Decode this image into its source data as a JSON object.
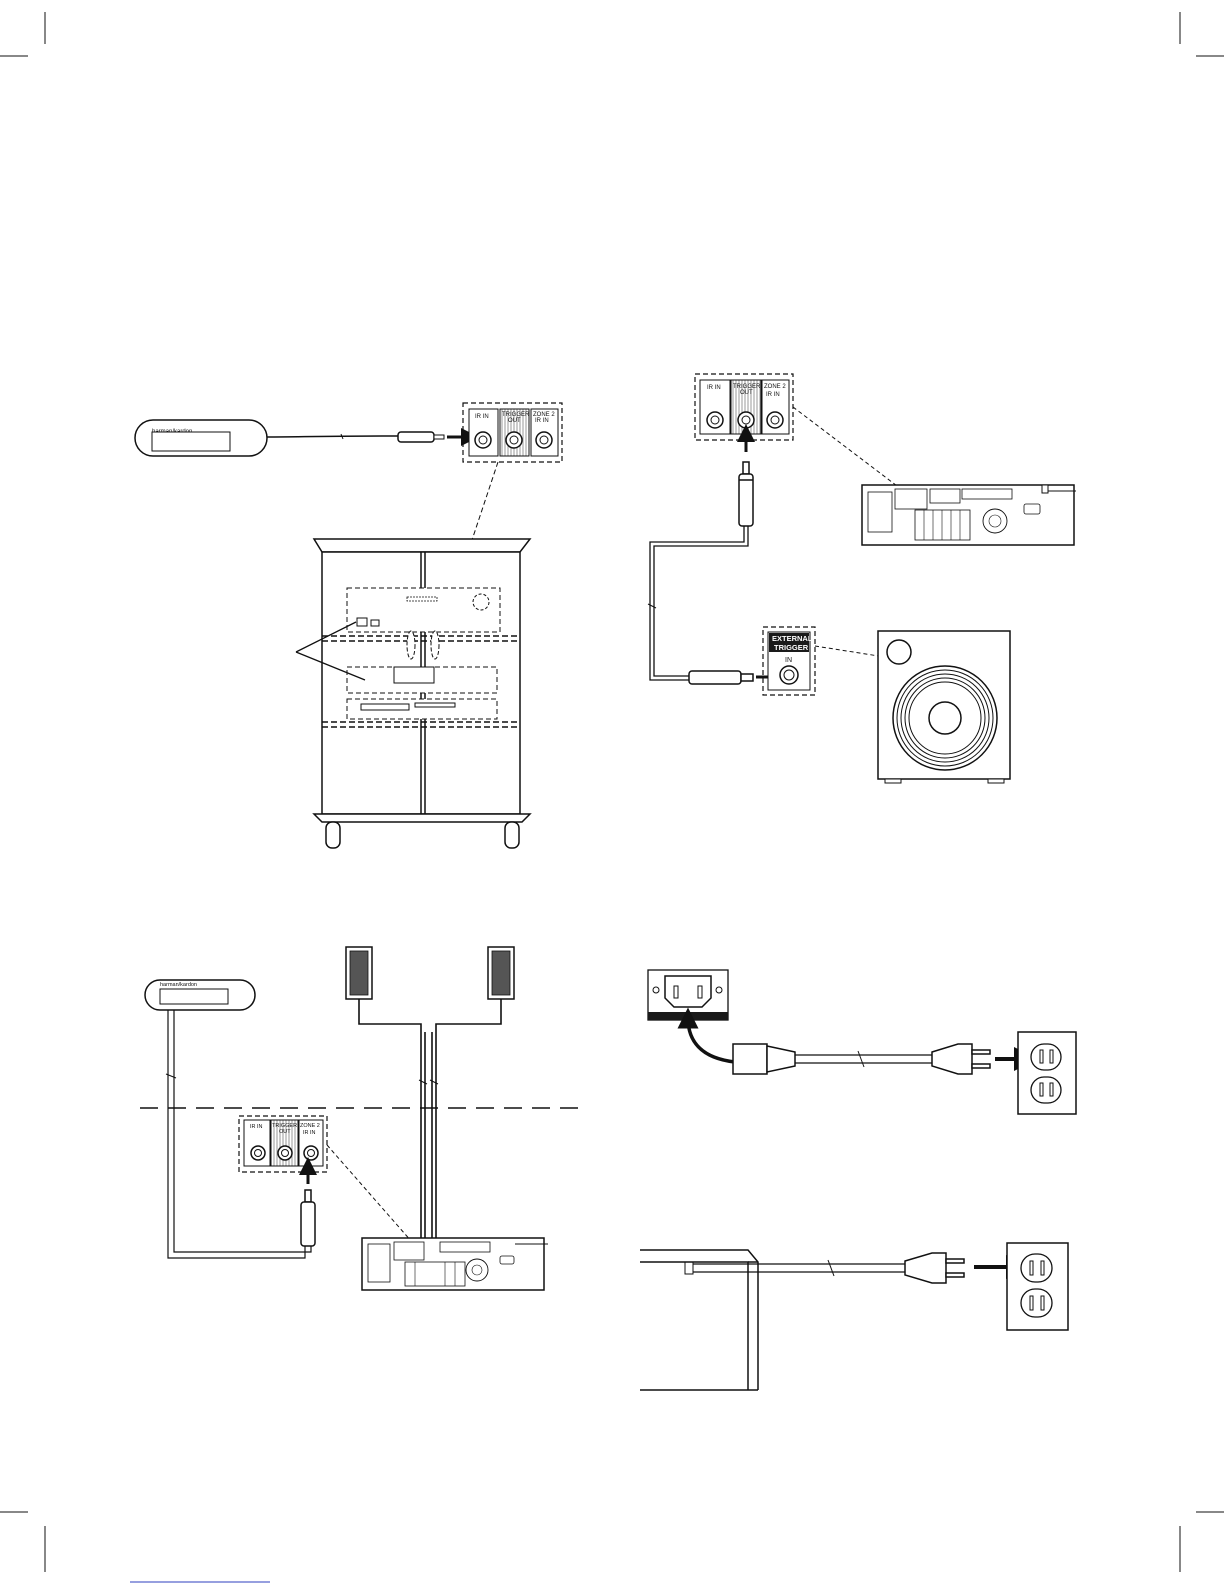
{
  "jack_panel": {
    "ir_in": "IR IN",
    "trigger_out_line1": "TRIGGER",
    "trigger_out_line2": "OUT",
    "zone2_line1": "ZONE 2",
    "zone2_line2": "IR IN"
  },
  "subwoofer_panel": {
    "line1": "EXTERNAL",
    "line2": "TRIGGER",
    "line3": "IN"
  },
  "ir_receiver": {
    "brand": "harman/kardon"
  },
  "colors": {
    "line": "#1a1a1a",
    "hatch": "#9a9a9a",
    "badge": "#1a1a1a",
    "footer_link": "#2d3fbf"
  }
}
